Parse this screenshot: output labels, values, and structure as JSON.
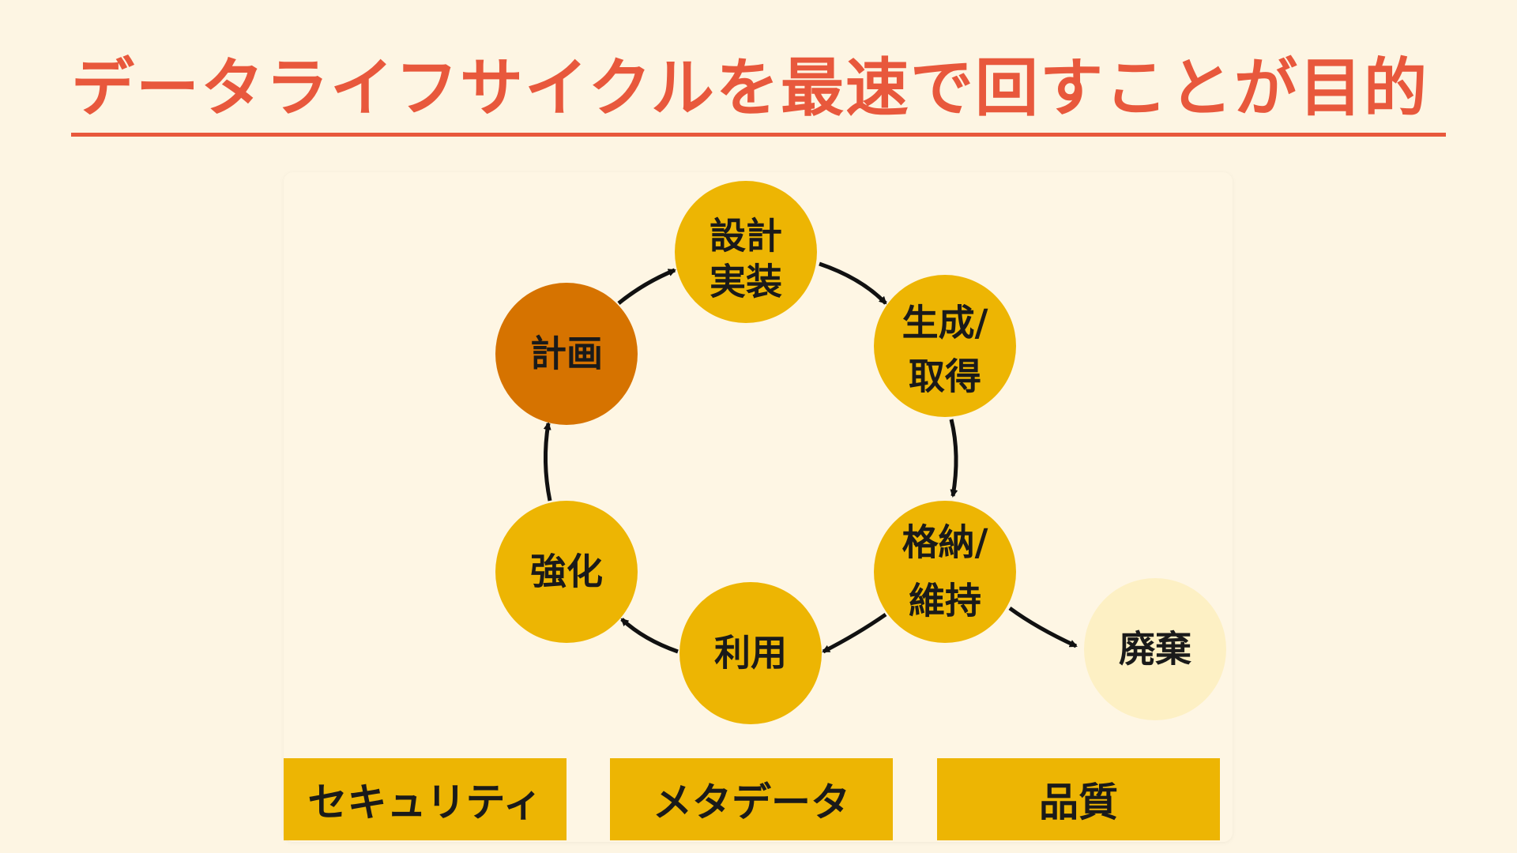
{
  "title": "データライフサイクルを最速で回すことが目的",
  "cycle": {
    "nodes": [
      {
        "line1": "設計",
        "line2": "実装",
        "color": "#edb503"
      },
      {
        "line1": "生成/",
        "line2": "取得",
        "color": "#edb503"
      },
      {
        "line1": "格納/",
        "line2": "維持",
        "color": "#edb503"
      },
      {
        "line1": "利用",
        "line2": "",
        "color": "#edb503"
      },
      {
        "line1": "強化",
        "line2": "",
        "color": "#edb503"
      },
      {
        "line1": "計画",
        "line2": "",
        "color": "#d67300"
      },
      {
        "line1": "廃棄",
        "line2": "",
        "color": "#fdf0c4"
      }
    ]
  },
  "foundation": {
    "items": [
      {
        "label": "セキュリティ"
      },
      {
        "label": "メタデータ"
      },
      {
        "label": "品質"
      }
    ]
  },
  "colors": {
    "accent": "#e8583c",
    "node": "#edb503",
    "highlight": "#d67300",
    "faded": "#fdf0c4",
    "bar": "#edb503"
  }
}
